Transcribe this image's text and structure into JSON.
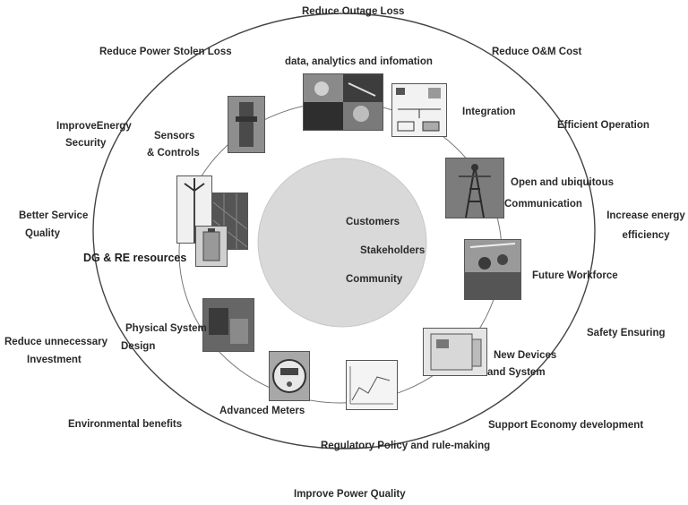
{
  "center": {
    "items": [
      "Customers",
      "Stakeholders",
      "Community"
    ]
  },
  "inner_ring": {
    "data_analytics": "data, analytics and infomation",
    "integration": "Integration",
    "open_comm_1": "Open and ubiquitous",
    "open_comm_2": "Communication",
    "future_workforce": "Future Workforce",
    "new_devices_1": "New Devices",
    "new_devices_2": "and System",
    "regulatory": "Regulatory Policy and rule-making",
    "advanced_meters": "Advanced Meters",
    "physical_design_1": "Physical System",
    "physical_design_2": "Design",
    "dg_re": "DG & RE resources",
    "sensors_1": "Sensors",
    "sensors_2": "& Controls"
  },
  "outer_benefits": {
    "outage": "Reduce Outage Loss",
    "om_cost": "Reduce O&M Cost",
    "efficient_op": "Efficient Operation",
    "energy_eff_1": "Increase energy",
    "energy_eff_2": "efficiency",
    "safety": "Safety Ensuring",
    "economy": "Support Economy development",
    "power_quality": "Improve Power Quality",
    "environment": "Environmental benefits",
    "investment_1": "Reduce unnecessary",
    "investment_2": "Investment",
    "service_1": "Better Service",
    "service_2": "Quality",
    "security_1": "ImproveEnergy",
    "security_2": "Security",
    "stolen": "Reduce Power Stolen Loss"
  },
  "colors": {
    "center_fill": "#d9d9d9",
    "ring_stroke": "#444444",
    "text": "#2a2a2a"
  },
  "icons": [
    "analytics-photo",
    "integration-diagram",
    "communication-tower-photo",
    "workforce-photo",
    "device-cabinet-photo",
    "regulatory-chart",
    "smart-meter-photo",
    "physical-system-photo",
    "dg-re-photos",
    "sensor-photo"
  ]
}
